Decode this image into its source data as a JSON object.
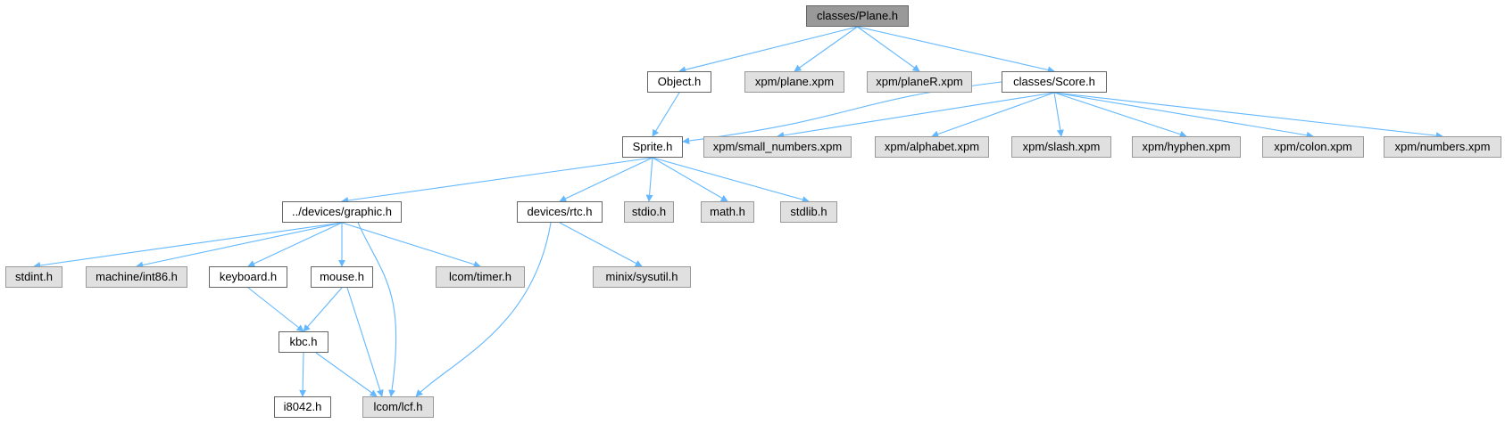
{
  "colors": {
    "edge": "#63b8ff",
    "root_fill": "#999999",
    "documented_fill": "#ffffff",
    "undocumented_fill": "#e0e0e0",
    "border": "#666666"
  },
  "nodes": [
    {
      "id": "plane",
      "label": "classes/Plane.h",
      "kind": "root"
    },
    {
      "id": "object",
      "label": "Object.h",
      "kind": "documented"
    },
    {
      "id": "planexpm",
      "label": "xpm/plane.xpm",
      "kind": "external"
    },
    {
      "id": "planerxpm",
      "label": "xpm/planeR.xpm",
      "kind": "external"
    },
    {
      "id": "score",
      "label": "classes/Score.h",
      "kind": "documented"
    },
    {
      "id": "sprite",
      "label": "Sprite.h",
      "kind": "documented"
    },
    {
      "id": "smallnum",
      "label": "xpm/small_numbers.xpm",
      "kind": "external"
    },
    {
      "id": "alphabet",
      "label": "xpm/alphabet.xpm",
      "kind": "external"
    },
    {
      "id": "slash",
      "label": "xpm/slash.xpm",
      "kind": "external"
    },
    {
      "id": "hyphen",
      "label": "xpm/hyphen.xpm",
      "kind": "external"
    },
    {
      "id": "colon",
      "label": "xpm/colon.xpm",
      "kind": "external"
    },
    {
      "id": "numbers",
      "label": "xpm/numbers.xpm",
      "kind": "external"
    },
    {
      "id": "graphic",
      "label": "../devices/graphic.h",
      "kind": "documented"
    },
    {
      "id": "rtc",
      "label": "devices/rtc.h",
      "kind": "documented"
    },
    {
      "id": "stdio",
      "label": "stdio.h",
      "kind": "external"
    },
    {
      "id": "math",
      "label": "math.h",
      "kind": "external"
    },
    {
      "id": "stdlib",
      "label": "stdlib.h",
      "kind": "external"
    },
    {
      "id": "stdint",
      "label": "stdint.h",
      "kind": "external"
    },
    {
      "id": "int86",
      "label": "machine/int86.h",
      "kind": "external"
    },
    {
      "id": "keyboard",
      "label": "keyboard.h",
      "kind": "documented"
    },
    {
      "id": "mouse",
      "label": "mouse.h",
      "kind": "documented"
    },
    {
      "id": "timer",
      "label": "lcom/timer.h",
      "kind": "external"
    },
    {
      "id": "sysutil",
      "label": "minix/sysutil.h",
      "kind": "external"
    },
    {
      "id": "kbc",
      "label": "kbc.h",
      "kind": "documented"
    },
    {
      "id": "i8042",
      "label": "i8042.h",
      "kind": "documented"
    },
    {
      "id": "lcf",
      "label": "lcom/lcf.h",
      "kind": "external"
    }
  ],
  "edges": [
    [
      "plane",
      "object"
    ],
    [
      "plane",
      "planexpm"
    ],
    [
      "plane",
      "planerxpm"
    ],
    [
      "plane",
      "score"
    ],
    [
      "object",
      "sprite"
    ],
    [
      "score",
      "sprite"
    ],
    [
      "score",
      "smallnum"
    ],
    [
      "score",
      "alphabet"
    ],
    [
      "score",
      "slash"
    ],
    [
      "score",
      "hyphen"
    ],
    [
      "score",
      "colon"
    ],
    [
      "score",
      "numbers"
    ],
    [
      "sprite",
      "graphic"
    ],
    [
      "sprite",
      "rtc"
    ],
    [
      "sprite",
      "stdio"
    ],
    [
      "sprite",
      "math"
    ],
    [
      "sprite",
      "stdlib"
    ],
    [
      "graphic",
      "stdint"
    ],
    [
      "graphic",
      "int86"
    ],
    [
      "graphic",
      "keyboard"
    ],
    [
      "graphic",
      "mouse"
    ],
    [
      "graphic",
      "lcf"
    ],
    [
      "graphic",
      "timer"
    ],
    [
      "rtc",
      "lcf"
    ],
    [
      "rtc",
      "sysutil"
    ],
    [
      "keyboard",
      "kbc"
    ],
    [
      "mouse",
      "kbc"
    ],
    [
      "mouse",
      "lcf"
    ],
    [
      "kbc",
      "i8042"
    ],
    [
      "kbc",
      "lcf"
    ]
  ]
}
